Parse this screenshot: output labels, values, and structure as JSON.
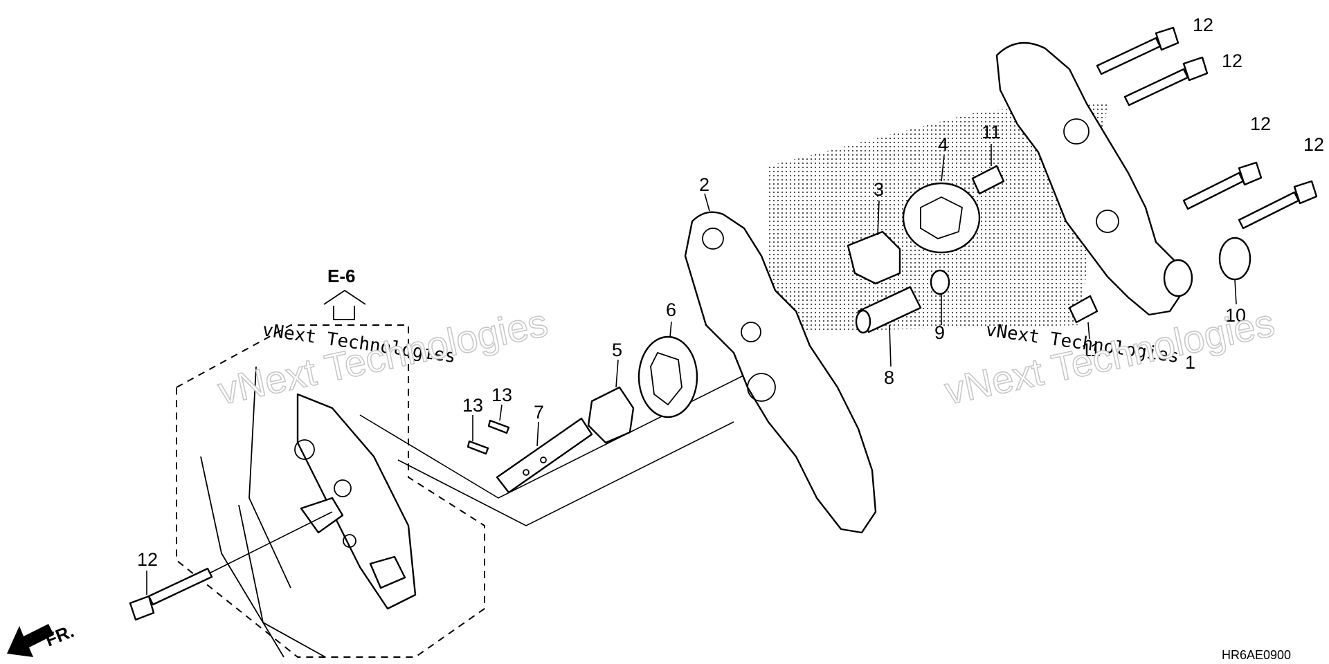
{
  "diagram": {
    "reference_code": "HR6AE0900",
    "section_ref": "E-6",
    "front_label": "FR.",
    "watermark": "vNext Technologies",
    "callouts": [
      {
        "id": "c1",
        "label": "1"
      },
      {
        "id": "c2",
        "label": "2"
      },
      {
        "id": "c3",
        "label": "3"
      },
      {
        "id": "c4",
        "label": "4"
      },
      {
        "id": "c5",
        "label": "5"
      },
      {
        "id": "c6",
        "label": "6"
      },
      {
        "id": "c7",
        "label": "7"
      },
      {
        "id": "c8",
        "label": "8"
      },
      {
        "id": "c9",
        "label": "9"
      },
      {
        "id": "c10",
        "label": "10"
      },
      {
        "id": "c11a",
        "label": "11"
      },
      {
        "id": "c11b",
        "label": "11"
      },
      {
        "id": "c12a",
        "label": "12"
      },
      {
        "id": "c12b",
        "label": "12"
      },
      {
        "id": "c12c",
        "label": "12"
      },
      {
        "id": "c12d",
        "label": "12"
      },
      {
        "id": "c12e",
        "label": "12"
      },
      {
        "id": "c13a",
        "label": "13"
      },
      {
        "id": "c13b",
        "label": "13"
      }
    ]
  }
}
